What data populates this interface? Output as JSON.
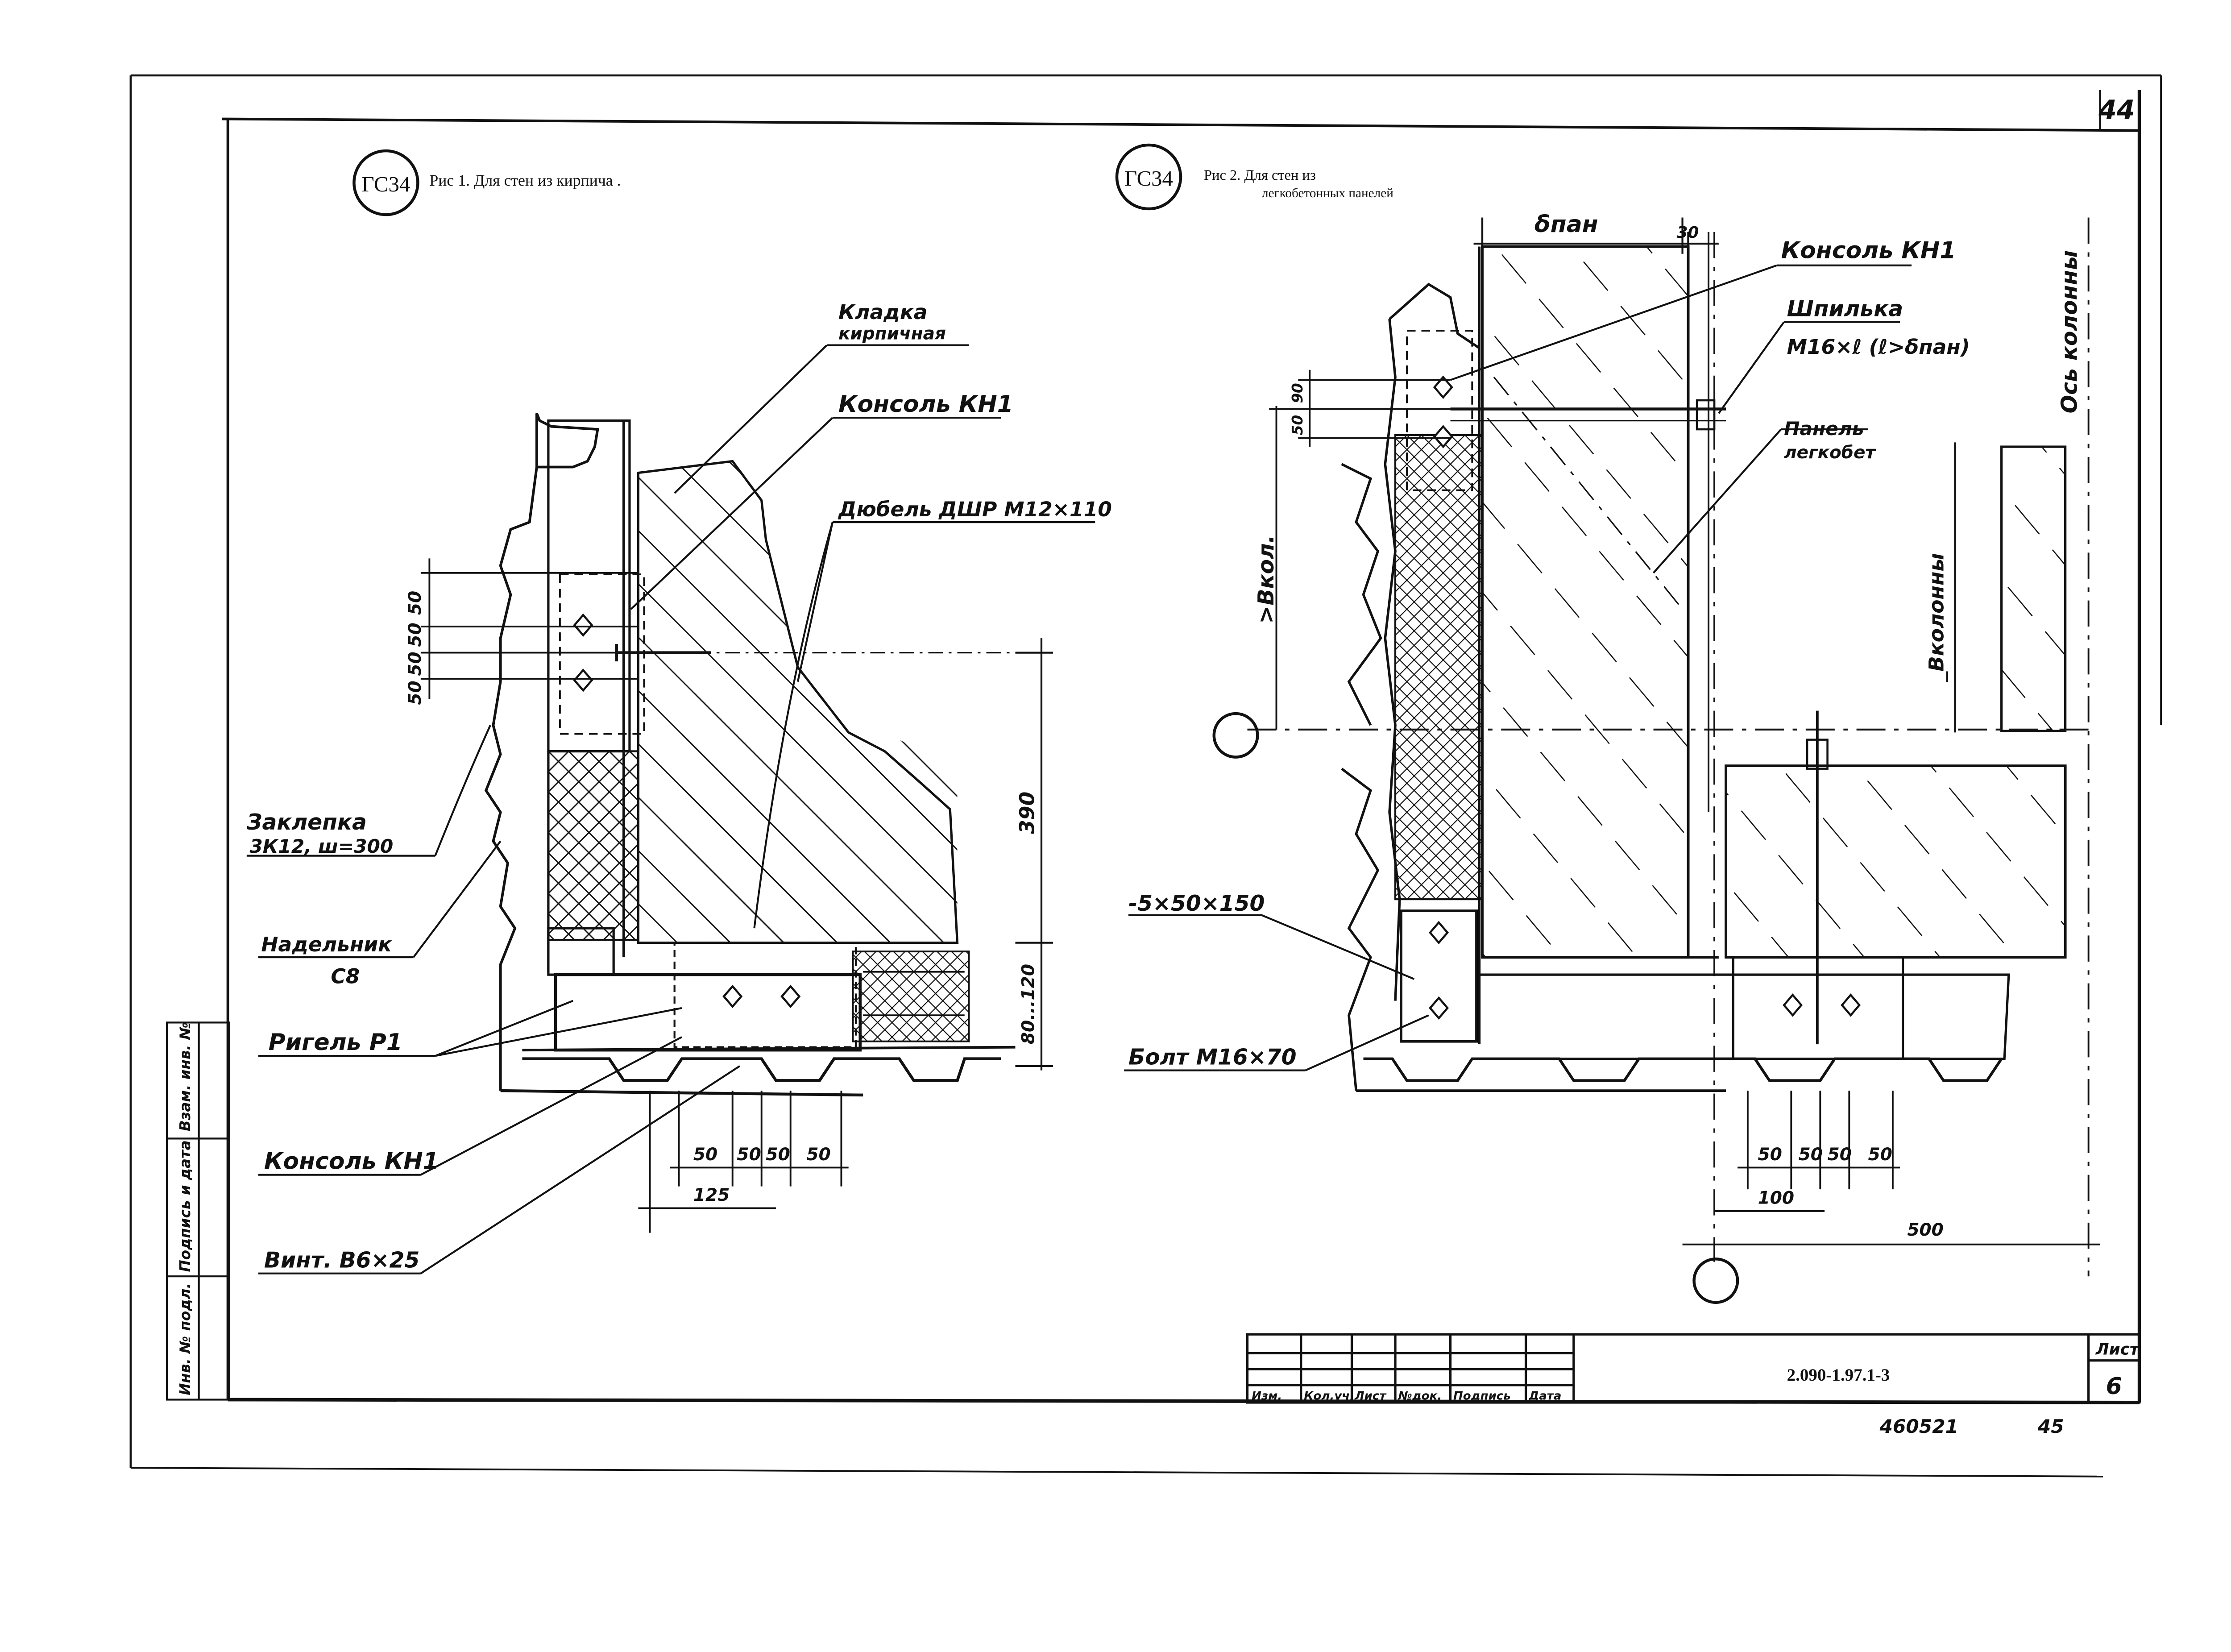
{
  "page_number": "44",
  "fig1": {
    "badge": "ГС34",
    "caption": "Рис 1. Для стен из кирпича .",
    "labels": {
      "masonry_line1": "Кладка",
      "masonry_line2": "кирпичная",
      "console_top": "Консоль КН1",
      "dowel": "Дюбель ДШР М12×110",
      "rivet_line1": "Заклепка",
      "rivet_line2": "3К12, ш=300",
      "sill_line1": "Надельник",
      "sill_line2": "С8",
      "beam": "Ригель Р1",
      "console_bottom": "Консоль КН1",
      "screw": "Винт. В6×25"
    },
    "dims": {
      "d50a": "50",
      "d50b": "50",
      "d50c": "50",
      "d50d": "50",
      "h390": "390",
      "h80_120": "80...120",
      "b50a": "50",
      "b50b": "50",
      "b50c": "50",
      "b50d": "50",
      "b125": "125"
    }
  },
  "fig2": {
    "badge": "ГС34",
    "caption_line1": "Рис 2. Для стен из",
    "caption_line2": "легкобетонных панелей",
    "labels": {
      "delta_pan": "δпан",
      "d30": "30",
      "console": "Консоль КН1",
      "stud_line1": "Шпилька",
      "stud_line2": "М16×ℓ (ℓ>δпан)",
      "panel_line1": "Панель",
      "panel_line2": "легкобет",
      "column_axis": "Ось колонны",
      "b_col_right": "_Вколонны",
      "b_col_left": ">Вкол.",
      "plate": "-5×50×150",
      "bolt": "Болт М16×70",
      "d90": "90",
      "d50": "50"
    },
    "dims": {
      "b50a": "50",
      "b50b": "50",
      "b50c": "50",
      "b50d": "50",
      "b100": "100",
      "b500": "500"
    }
  },
  "title_block": {
    "code": "2.090-1.97.1-3",
    "sheet_label": "Лист",
    "sheet_no": "6",
    "cols": [
      "Изм.",
      "Кол.уч.",
      "Лист",
      "№док.",
      "Подпись",
      "Дата"
    ]
  },
  "left_strip": [
    "Инв. № подл.",
    "Подпись и дата",
    "Взам. инв. №"
  ],
  "footer": {
    "archive_no": "460521",
    "page_ref": "45"
  }
}
